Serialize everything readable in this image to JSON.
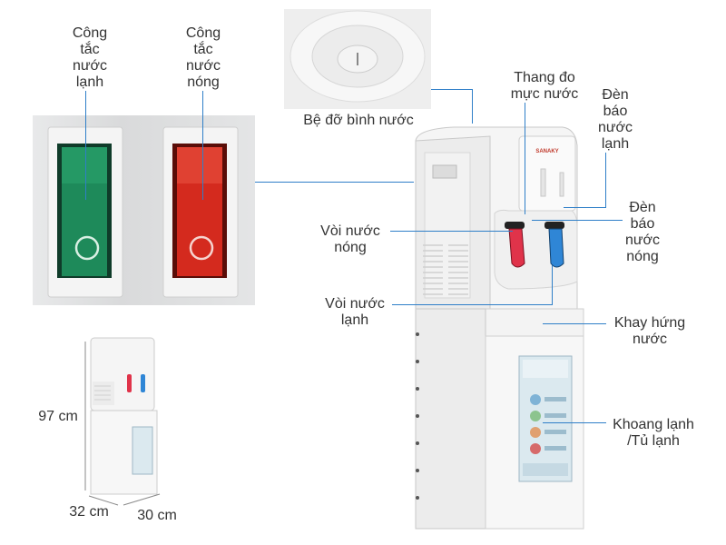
{
  "labels": {
    "cold_switch": "Công\ntắc\nnước\nlạnh",
    "hot_switch": "Công\ntắc\nnước\nnóng",
    "bottle_seat": "Bệ đỡ bình nước",
    "water_gauge": "Thang đo\nmực nước",
    "cold_light": "Đèn\nbáo\nnước\nlạnh",
    "hot_light": "Đèn\nbáo\nnước\nnóng",
    "hot_tap": "Vòi nước\nnóng",
    "cold_tap": "Vòi nước\nlạnh",
    "drip_tray": "Khay hứng\nnước",
    "fridge": "Khoang lạnh\n/Tủ lạnh"
  },
  "dimensions": {
    "height": "97 cm",
    "width": "32 cm",
    "depth": "30 cm"
  },
  "brand": "SANAKY",
  "colors": {
    "leader_line": "#2f7fc8",
    "cold": "#1e8a5a",
    "hot": "#d42a1e",
    "tap_hot": "#e0334a",
    "tap_cold": "#2f86d6"
  }
}
